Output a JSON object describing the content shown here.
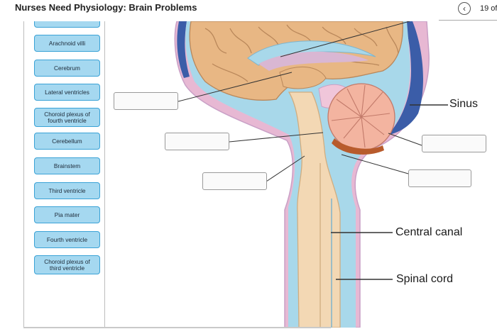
{
  "header": {
    "title": "Nurses Need Physiology: Brain Problems",
    "page_counter": "19 of"
  },
  "word_bank": [
    "Arachnoid villi",
    "Cerebrum",
    "Lateral ventricles",
    [
      "Choroid plexus of",
      "fourth ventricle"
    ],
    "Cerebellum",
    "Brainstem",
    "Third ventricle",
    "Pia mater",
    "Fourth ventricle",
    [
      "Choroid plexus of",
      "third ventricle"
    ]
  ],
  "diagram_labels": {
    "sinus": "Sinus",
    "central_canal": "Central canal",
    "spinal_cord": "Spinal cord"
  },
  "colors": {
    "term_fill": "#a5d8f0",
    "term_border": "#3aa2d6",
    "brain": "#e8b784",
    "csf": "#a8d8ea",
    "sinus": "#3b5da8",
    "dura": "#e7b8d3"
  }
}
